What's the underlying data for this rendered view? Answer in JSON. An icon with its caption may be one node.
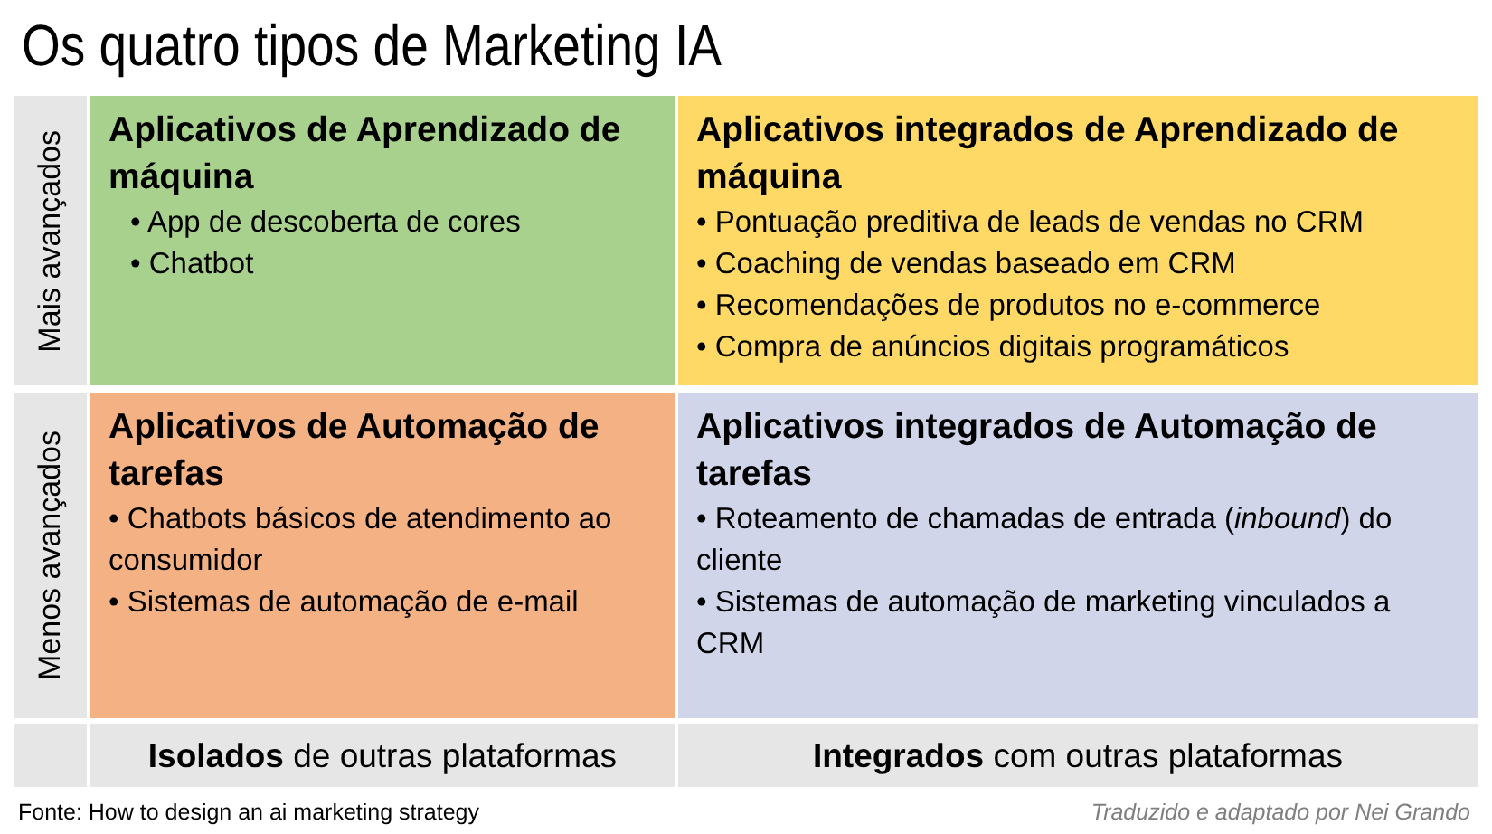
{
  "diagram": {
    "title": "Os quatro tipos de Marketing IA",
    "nodes": [
      {
        "text": [
          "Mais avançados"
        ]
      },
      {
        "text": [
          "Aplicativos de Aprendizado de máquina",
          "• App de descoberta de cores",
          "• Chatbot"
        ]
      },
      {
        "text": [
          "Aplicativos integrados de Aprendizado de máquina",
          "• Pontuação preditiva de leads de vendas no CRM",
          "• Coaching de vendas baseado em CRM",
          "• Recomendações de produtos no e-commerce",
          "• Compra de anúncios digitais programáticos"
        ]
      },
      {
        "text": [
          "Menos avançados"
        ]
      },
      {
        "text": [
          "Aplicativos de Automação de tarefas",
          "• Chatbots básicos de atendimento ao consumidor",
          "• Sistemas de automação de e-mail"
        ]
      },
      {
        "text": [
          "Aplicativos integrados de Automação de tarefas",
          "• Roteamento de chamadas de entrada (*inbound*) do cliente",
          "• Sistemas de automação de marketing vinculados a CRM"
        ]
      },
      {
        "text": [
          "**Isolados** de outras plataformas"
        ]
      },
      {
        "text": [
          "**Integrados** com outras plataformas"
        ]
      }
    ],
    "labels": [
      "Fonte: How to design an ai marketing strategy",
      "Traduzido e adaptado por Nei Grando"
    ]
  }
}
